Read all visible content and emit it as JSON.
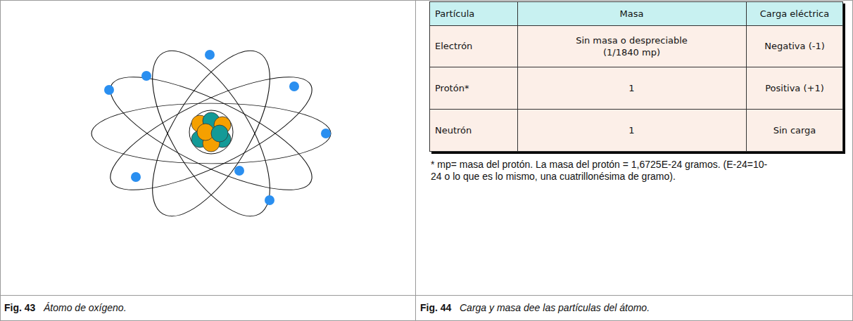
{
  "diagram": {
    "labels": [
      "Partícula",
      "Masa",
      "Carga eléctrica",
      "Electrón",
      "Sin masa o despreciable (1/1840 mp)",
      "Negativa (-1)",
      "Protón*",
      "1",
      "Positiva (+1)",
      "Neutrón",
      "1",
      "Sin carga",
      "* mp= masa del protón. La masa del protón = 1,6725E-24 gramos. (E-24=10-24 o lo que es lo mismo, una cuatrillonésima de gramo).",
      "Fig. 43",
      "Átomo de oxígeno.",
      "Fig. 44",
      "Carga y masa dee las partículas del átomo."
    ]
  }
}
